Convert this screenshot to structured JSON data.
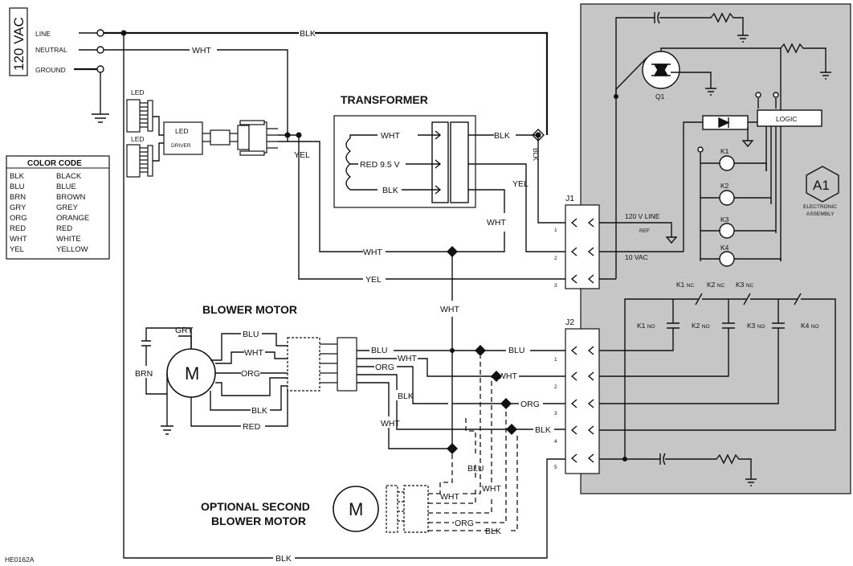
{
  "supply": {
    "voltage": "120 VAC",
    "line": "LINE",
    "neutral": "NEUTRAL",
    "ground": "GROUND"
  },
  "color_code": {
    "title": "COLOR CODE",
    "rows": [
      {
        "abbr": "BLK",
        "name": "BLACK"
      },
      {
        "abbr": "BLU",
        "name": "BLUE"
      },
      {
        "abbr": "BRN",
        "name": "BROWN"
      },
      {
        "abbr": "GRY",
        "name": "GREY"
      },
      {
        "abbr": "ORG",
        "name": "ORANGE"
      },
      {
        "abbr": "RED",
        "name": "RED"
      },
      {
        "abbr": "WHT",
        "name": "WHITE"
      },
      {
        "abbr": "YEL",
        "name": "YELLOW"
      }
    ]
  },
  "components": {
    "transformer": "TRANSFORMER",
    "blower_motor": "BLOWER MOTOR",
    "optional_motor_line1": "OPTIONAL SECOND",
    "optional_motor_line2": "BLOWER MOTOR",
    "motor_symbol": "M",
    "led": "LED",
    "led_driver_1": "LED",
    "led_driver_2": "DRIVER",
    "q1": "Q1",
    "logic": "LOGIC",
    "a1": "A1",
    "a1_desc_1": "ELECTRONIC",
    "a1_desc_2": "ASSEMBLY",
    "j1": "J1",
    "j2": "J2",
    "k1": "K1",
    "k2": "K2",
    "k3": "K3",
    "k4": "K4",
    "k1no": "K1",
    "k2no": "K2",
    "k3no": "K3",
    "k4no": "K4",
    "no": "NO",
    "nc": "NC"
  },
  "wire_labels": {
    "blk": "BLK",
    "wht": "WHT",
    "yel": "YEL",
    "blu": "BLU",
    "org": "ORG",
    "red": "RED",
    "gry": "GRY",
    "brn": "BRN",
    "red95": "RED 9.5 V",
    "v120line": "120 V LINE",
    "ref": "REF",
    "v10": "10 VAC"
  },
  "pins": [
    "1",
    "2",
    "3",
    "4",
    "5"
  ],
  "diagram_id": "HE0162A",
  "colors": {
    "assembly_fill": "#c6c6c6",
    "wire": "#111111",
    "background": "#ffffff"
  }
}
